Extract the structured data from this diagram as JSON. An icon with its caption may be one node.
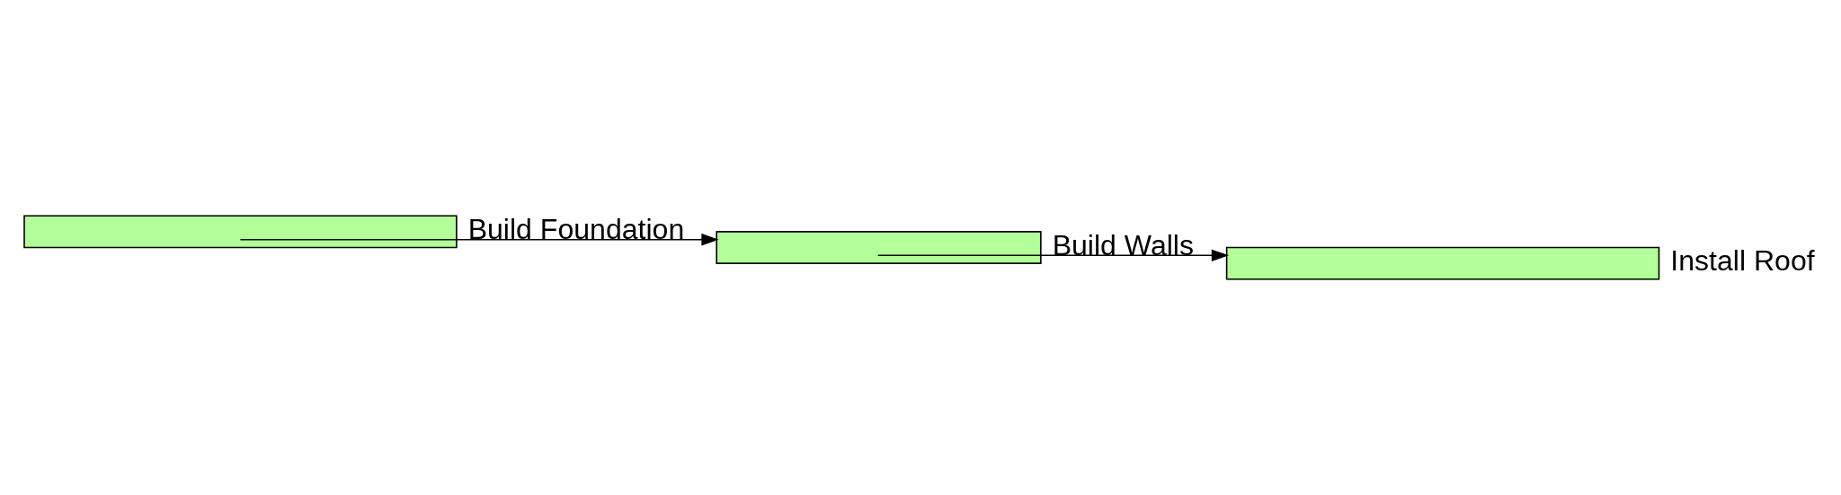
{
  "diagram": {
    "nodes": [
      {
        "text": [],
        "shape": "bar",
        "beside": [
          "Build Foundation"
        ]
      },
      {
        "text": [],
        "shape": "bar",
        "beside": [
          "Build Walls"
        ]
      },
      {
        "text": [],
        "shape": "bar",
        "beside": [
          "Install Roof"
        ]
      }
    ],
    "edges": [
      {
        "from": 0,
        "to": 1,
        "arrow": "to"
      },
      {
        "from": 1,
        "to": 2,
        "arrow": "to"
      }
    ]
  }
}
